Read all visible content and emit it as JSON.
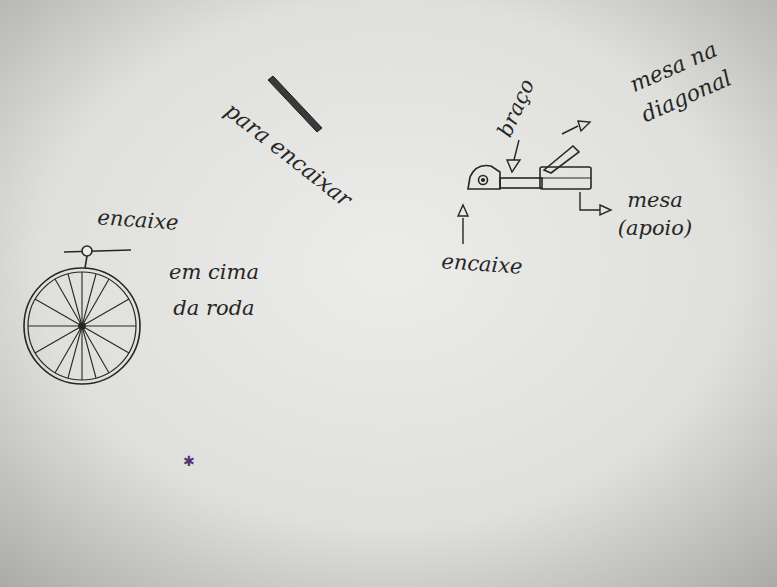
{
  "diagram": {
    "labels": [
      "para encaixar",
      "encaixe",
      "em cima da roda",
      "braço",
      "mesa na diagonal",
      "mesa (apoio)",
      "encaixe"
    ]
  }
}
